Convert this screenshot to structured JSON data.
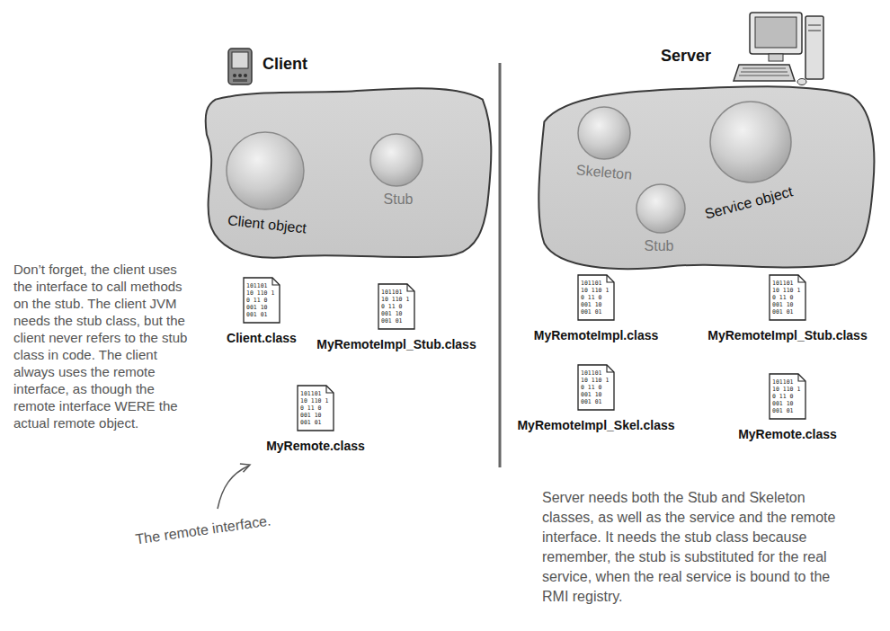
{
  "diagram": {
    "nodes": [
      {
        "text": [
          "Client"
        ]
      },
      {
        "text": [
          "Client object"
        ],
        "in": 0
      },
      {
        "text": [
          "Stub"
        ],
        "in": 0
      },
      {
        "text": [
          "Server"
        ]
      },
      {
        "text": [
          "Skeleton"
        ],
        "in": 3
      },
      {
        "text": [
          "Stub"
        ],
        "in": 3
      },
      {
        "text": [
          "Service object"
        ],
        "in": 3
      },
      {
        "text": [
          "101101 10 110 1 0 11 0 001 10 001 01",
          "Client.class"
        ]
      },
      {
        "text": [
          "101101 10 110 1 0 11 0 001 10 001 01",
          "MyRemoteImpl_Stub.class"
        ]
      },
      {
        "text": [
          "101101 10 110 1 0 11 0 001 10 001 01",
          "MyRemote.class"
        ]
      },
      {
        "text": [
          "101101 10 110 1 0 11 0 001 10 001 01",
          "MyRemoteImpl.class"
        ]
      },
      {
        "text": [
          "101101 10 110 1 0 11 0 001 10 001 01",
          "MyRemoteImpl_Stub.class"
        ]
      },
      {
        "text": [
          "101101 10 110 1 0 11 0 001 10 001 01",
          "MyRemoteImpl_Skel.class"
        ]
      },
      {
        "text": [
          "101101 10 110 1 0 11 0 001 10 001 01",
          "MyRemote.class"
        ]
      }
    ],
    "labels": [
      "Don’t forget, the client uses the interface to call methods on the stub. The client JVM needs the stub class, but the client never refers to the stub class in code. The client always uses the remote interface, as though the remote interface WERE the actual remote object.",
      "Server needs both the Stub and Skeleton classes, as well as the service and the remote interface. It needs the stub class because remember, the stub is substituted for the real service, when the real service is bound to the RMI registry.",
      "The remote interface."
    ]
  }
}
